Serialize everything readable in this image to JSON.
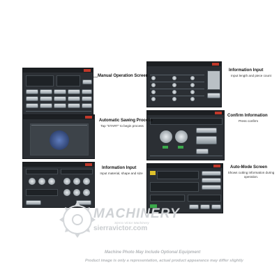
{
  "callouts": {
    "manual_operation": {
      "title": "Manual Operation Screen"
    },
    "info_input_top": {
      "title": "Information Input",
      "desc": "Input length and piece count"
    },
    "automatic_sawing": {
      "title": "Automatic Sawing Process",
      "desc": "Tap \"START\" to begin process"
    },
    "confirm_info": {
      "title": "Confirm Information",
      "desc": "Press confirm"
    },
    "info_input_bottom": {
      "title": "Information Input",
      "desc": "Input material, shape and size"
    },
    "auto_mode": {
      "title": "Auto-Mode Screen",
      "desc": "Shows cutting information during operation."
    }
  },
  "watermark": {
    "brand": "MACHINERY",
    "tagline": "Sierra Victor Machinery",
    "url": "sierravictor.com"
  },
  "footer": {
    "line1": "Machine Photo May Include Optional Equipment",
    "line2": "Product image is only a representation, actual product appearance may differ slightly"
  },
  "colors": {
    "screen_bg": "#2b2f34",
    "accent_red": "#c0392b",
    "status_yellow": "#e0c22c",
    "status_green": "#3aa84a"
  }
}
